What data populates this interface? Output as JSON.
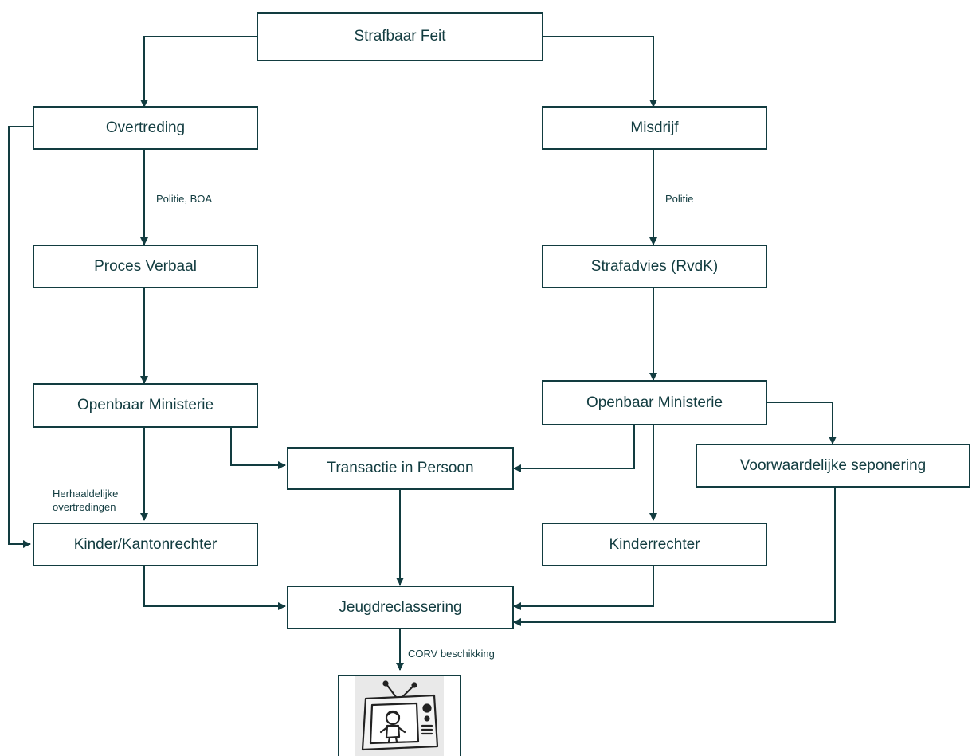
{
  "nodes": {
    "strafbaar_feit": "Strafbaar Feit",
    "overtreding": "Overtreding",
    "misdrijf": "Misdrijf",
    "proces_verbaal": "Proces Verbaal",
    "strafadvies": "Strafadvies (RvdK)",
    "om_left": "Openbaar Ministerie",
    "om_right": "Openbaar Ministerie",
    "transactie": "Transactie in Persoon",
    "voorwaardelijke": "Voorwaardelijke seponering",
    "kinder_kanton": "Kinder/Kantonrechter",
    "kinderrechter": "Kinderrechter",
    "jeugdreclassering": "Jeugdreclassering"
  },
  "edge_labels": {
    "politie_boa": "Politie, BOA",
    "politie": "Politie",
    "herhaaldelijke_1": "Herhaaldelijke",
    "herhaaldelijke_2": "overtredingen",
    "corv": "CORV beschikking"
  },
  "icons": {
    "tv": "tv-child-icon"
  },
  "colors": {
    "line": "#123c40",
    "box_border": "#123c40",
    "text": "#123c40"
  }
}
